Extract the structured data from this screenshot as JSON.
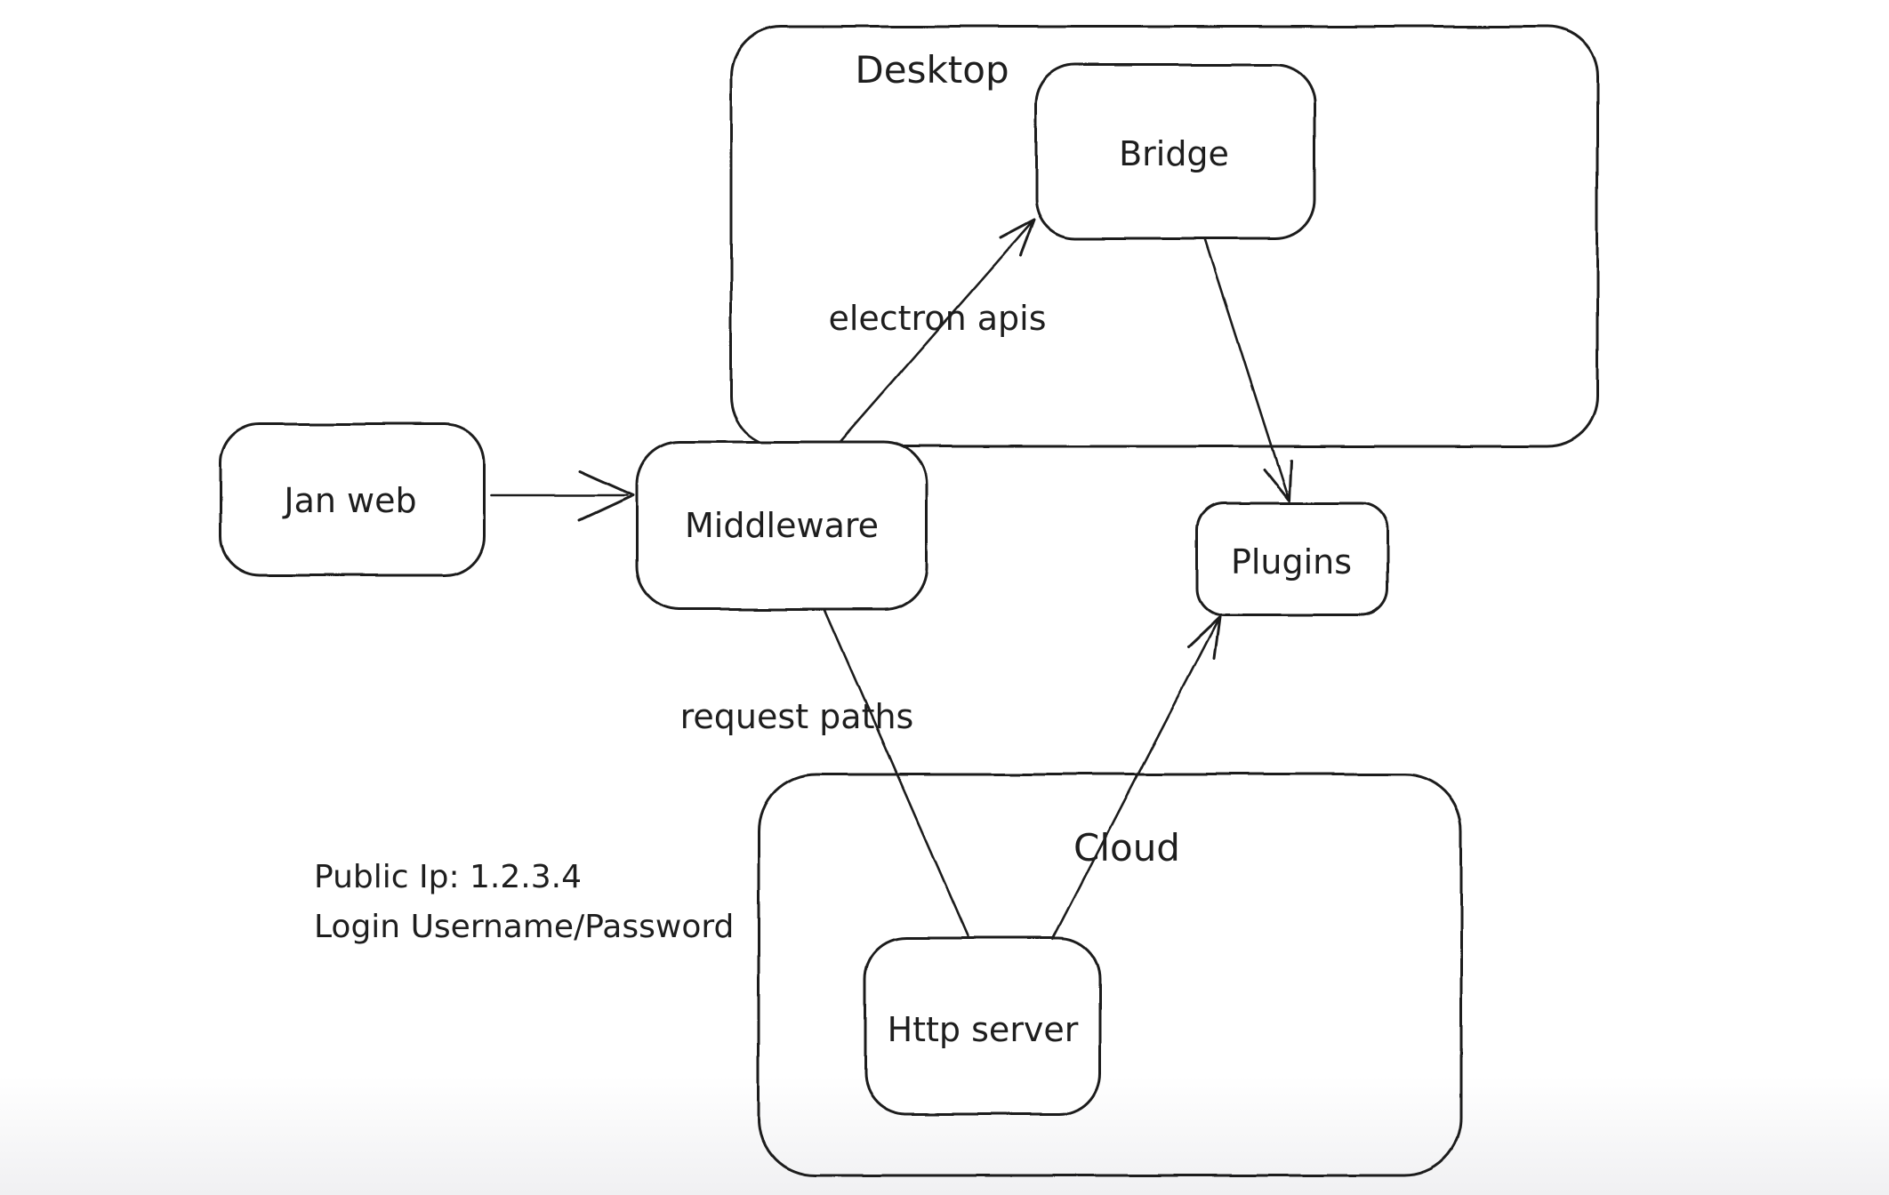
{
  "diagram": {
    "containers": {
      "desktop": {
        "label": "Desktop"
      },
      "cloud": {
        "label": "Cloud"
      }
    },
    "nodes": {
      "jan_web": {
        "label": "Jan web"
      },
      "middleware": {
        "label": "Middleware"
      },
      "bridge": {
        "label": "Bridge"
      },
      "plugins": {
        "label": "Plugins"
      },
      "http_server": {
        "label": "Http server"
      }
    },
    "edges": [
      {
        "from": "Jan web",
        "to": "Middleware",
        "label": ""
      },
      {
        "from": "Middleware",
        "to": "Bridge",
        "label": "electron apis"
      },
      {
        "from": "Bridge",
        "to": "Plugins",
        "label": ""
      },
      {
        "from": "Middleware",
        "to": "Http server",
        "label": "request paths"
      },
      {
        "from": "Http server",
        "to": "Plugins",
        "label": ""
      }
    ],
    "edge_labels": {
      "electron_apis": "electron apis",
      "request_paths": "request paths"
    },
    "notes": {
      "public_ip": "Public Ip: 1.2.3.4",
      "login": "Login Username/Password"
    },
    "colors": {
      "stroke": "#1e1e1e",
      "canvas_top": "#ffffff",
      "canvas_bottom": "#f0f0f2"
    }
  }
}
